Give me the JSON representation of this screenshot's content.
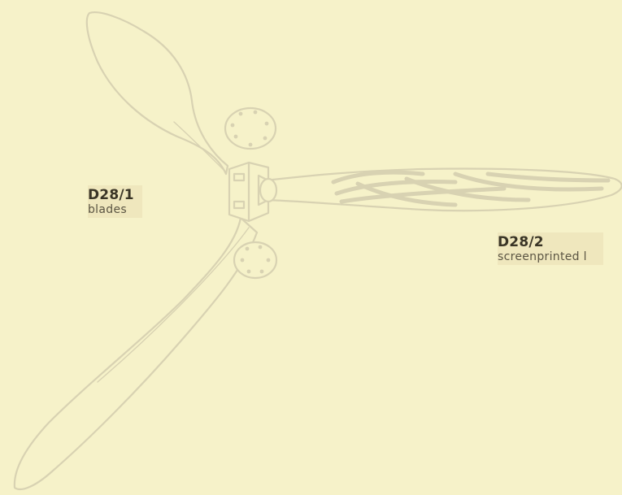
{
  "labels": [
    {
      "code": "D28/1",
      "description": "blades"
    },
    {
      "code": "D28/2",
      "description": "screenprinted l"
    }
  ],
  "colors": {
    "background": "#f6f2c9",
    "outline": "#d8d2b2",
    "label_bg": "#efe7bd",
    "text": "#3a3526"
  },
  "icons": [
    "propeller-illustration",
    "hub-flange-icon",
    "bolt-plate-icon"
  ]
}
